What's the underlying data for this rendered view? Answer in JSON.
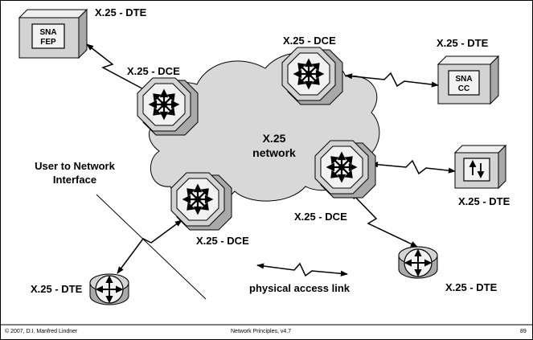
{
  "labels": {
    "fep_dte": "X.25 - DTE",
    "left_dce": "X.25 - DCE",
    "top_dce": "X.25 - DCE",
    "cc_dte": "X.25 - DTE",
    "network": "X.25\nnetwork",
    "uni": "User to Network\nInterface",
    "right_dte": "X.25 - DTE",
    "right_dce": "X.25 - DCE",
    "bottom_dce": "X.25 - DCE",
    "bottom_left_dte": "X.25 - DTE",
    "bottom_right_dte": "X.25 - DTE",
    "legend_link": "physical access link"
  },
  "devices": {
    "fep_line1": "SNA",
    "fep_line2": "FEP",
    "cc_line1": "SNA",
    "cc_line2": "CC"
  },
  "footer": {
    "copyright": "© 2007, D.I. Manfred Lindner",
    "course": "Network Principles, v4.7",
    "page": "89"
  }
}
